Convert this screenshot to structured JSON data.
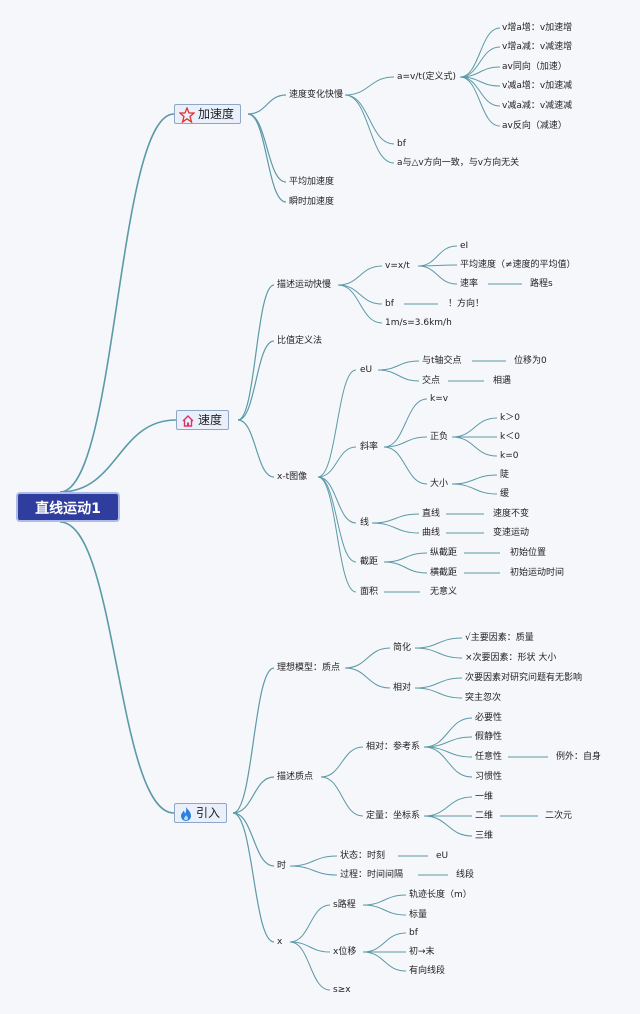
{
  "root": "直线运动1",
  "branches": {
    "accel": {
      "label": "加速度",
      "icon": "star-icon",
      "change_rate": "速度变化快慢",
      "def": "a=v/t(定义式)",
      "items": [
        "v增a增：v加速增",
        "v增a减：v减速增",
        "av同向（加速）",
        "v减a增：v加速减",
        "v减a减：v减速减",
        "av反向（减速）"
      ],
      "bf": "bf",
      "dir": "a与△v方向一致，与v方向无关",
      "avg": "平均加速度",
      "inst": "瞬时加速度"
    },
    "speed": {
      "label": "速度",
      "icon": "home-icon",
      "desc": "描述运动快慢",
      "vxt": "v=x/t",
      "ei": "eI",
      "avg_speed": "平均速度（≠速度的平均值）",
      "rate": "速率",
      "path": "路程s",
      "bf": "bf",
      "dir": "！方向！",
      "unit": "1m/s=3.6km/h",
      "ratio": "比值定义法",
      "xt": "x-t图像",
      "eu": "eU",
      "t_axis": "与t轴交点",
      "disp0": "位移为0",
      "cross": "交点",
      "meet": "相遇",
      "slope": "斜率",
      "k_eq_v": "k=v",
      "sign": "正负",
      "k_pos": "k＞0",
      "k_neg": "k＜0",
      "k_zero": "k=0",
      "size": "大小",
      "steep": "陡",
      "gentle": "缓",
      "line": "线",
      "straight": "直线",
      "const": "速度不变",
      "curve": "曲线",
      "varying": "变速运动",
      "intercept": "截距",
      "y_int": "纵截距",
      "init_pos": "初始位置",
      "x_int": "横截距",
      "init_time": "初始运动时间",
      "area": "面积",
      "meaningless": "无意义"
    },
    "intro": {
      "label": "引入",
      "icon": "flame-icon",
      "ideal": "理想模型：质点",
      "simplify": "简化",
      "main": "√主要因素：质量",
      "minor": "×次要因素：形状 大小",
      "relative": "相对",
      "minor_effect": "次要因素对研究问题有无影响",
      "focus": "突主忽次",
      "describe": "描述质点",
      "ref": "相对：参考系",
      "necessary": "必要性",
      "assume_static": "假静性",
      "arbitrary": "任意性",
      "exception": "例外：自身",
      "habit": "习惯性",
      "coord": "定量：坐标系",
      "one_d": "一维",
      "two_d": "二维",
      "two_elem": "二次元",
      "three_d": "三维",
      "time": "时",
      "state": "状态：时刻",
      "eu": "eU",
      "process": "过程：时间间隔",
      "segment": "线段",
      "x": "x",
      "s_path": "s路程",
      "track": "轨迹长度（m）",
      "scalar": "标量",
      "x_disp": "x位移",
      "bf": "bf",
      "init_end": "初→末",
      "directed": "有向线段",
      "s_ge_x": "s≥x"
    }
  }
}
